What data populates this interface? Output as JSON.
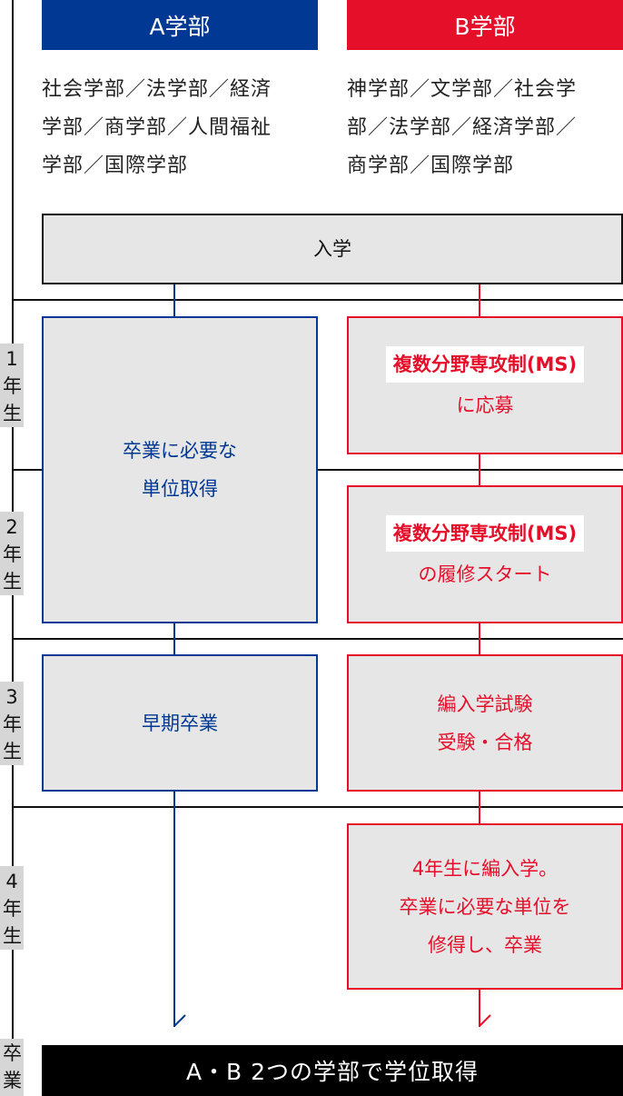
{
  "headers": {
    "a": "A学部",
    "b": "B学部"
  },
  "faculties": {
    "a": [
      "社会学部／法学部／経済",
      "学部／商学部／人間福祉",
      "学部／国際学部"
    ],
    "b": [
      "神学部／文学部／社会学",
      "部／法学部／経済学部／",
      "商学部／国際学部"
    ]
  },
  "admission": "入学",
  "years": [
    "1年生",
    "2年生",
    "3年生",
    "4年生",
    "卒業"
  ],
  "a_steps": [
    [
      "卒業に必要な",
      "単位取得"
    ],
    [
      "早期卒業"
    ]
  ],
  "b_steps": [
    {
      "highlight": "複数分野専攻制(MS)",
      "text": "に応募"
    },
    {
      "highlight": "複数分野専攻制(MS)",
      "text": "の履修スタート"
    },
    {
      "lines": [
        "編入学試験",
        "受験・合格"
      ]
    },
    {
      "lines": [
        "4年生に編入学。",
        "卒業に必要な単位を",
        "修得し、卒業"
      ]
    }
  ],
  "result": "A・B 2つの学部で学位取得",
  "colors": {
    "a": "#003893",
    "b": "#e60f2a"
  }
}
